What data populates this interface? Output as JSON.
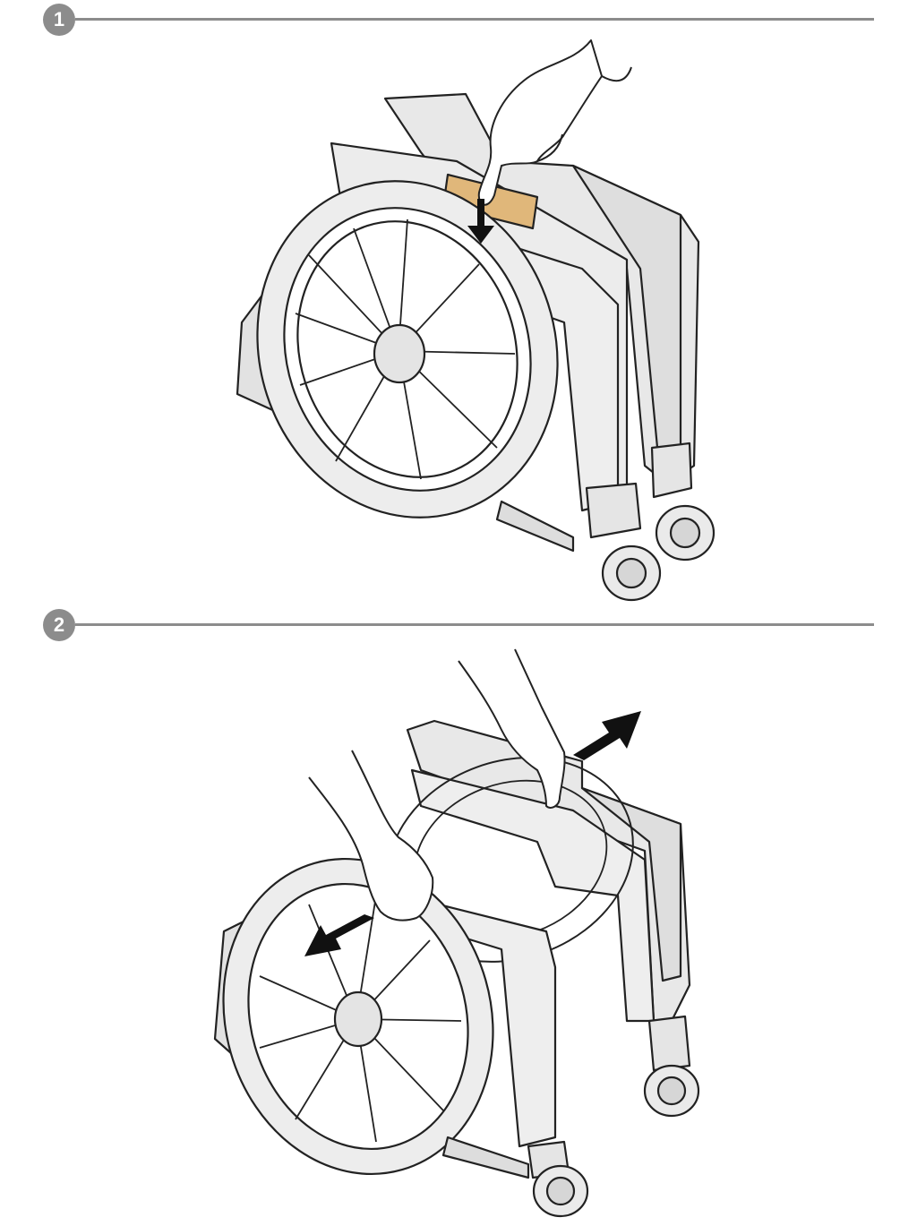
{
  "steps": [
    {
      "number": "1",
      "illustration": "folding-wheelchair-press-seat-release"
    },
    {
      "number": "2",
      "illustration": "unfolding-wheelchair-pull-apart"
    }
  ],
  "colors": {
    "badge": "#8c8c8c",
    "rule": "#8c8c8c",
    "frame": "#e6e6e6",
    "outline": "#222222",
    "highlight": "#e0b77a",
    "arrow": "#111111"
  },
  "icons": [
    "down-arrow-icon",
    "up-right-arrow-icon",
    "left-arrow-icon",
    "hand-icon"
  ]
}
